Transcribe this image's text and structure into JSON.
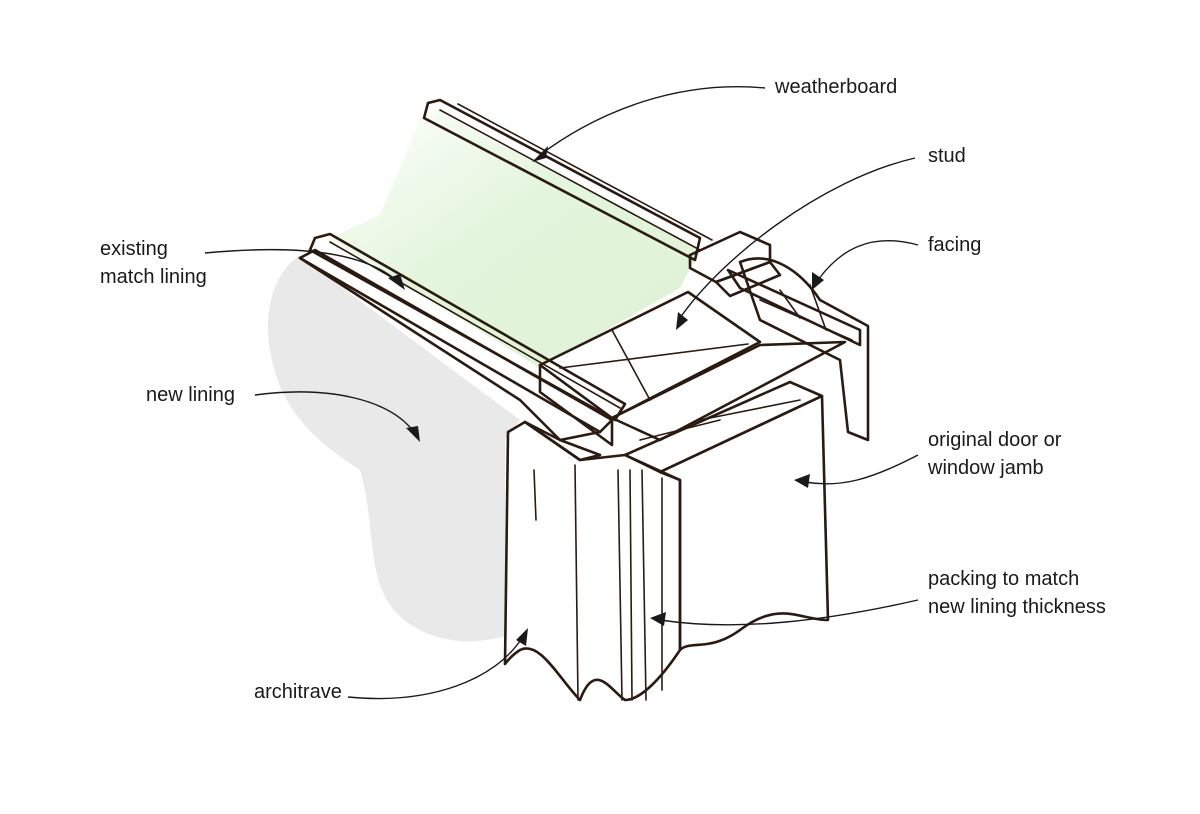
{
  "labels": {
    "weatherboard": "weatherboard",
    "stud": "stud",
    "facing": "facing",
    "existing_match_lining": [
      "existing",
      "match lining"
    ],
    "new_lining": "new lining",
    "original_jamb": [
      "original door or",
      "window jamb"
    ],
    "packing": [
      "packing to match",
      "new lining thickness"
    ],
    "architrave": "architrave"
  },
  "colors": {
    "timber_light": "#d9a160",
    "timber_mid": "#c98b45",
    "timber_dark": "#9a5a28",
    "weatherboard": "#8a4a1e",
    "wall_green": "#e4f4dc",
    "new_lining_grey": "#e8e8e8",
    "lining_silver": "#b8b8bc",
    "match_lining": "#d8cc8a",
    "ink": "#2a1a10"
  }
}
